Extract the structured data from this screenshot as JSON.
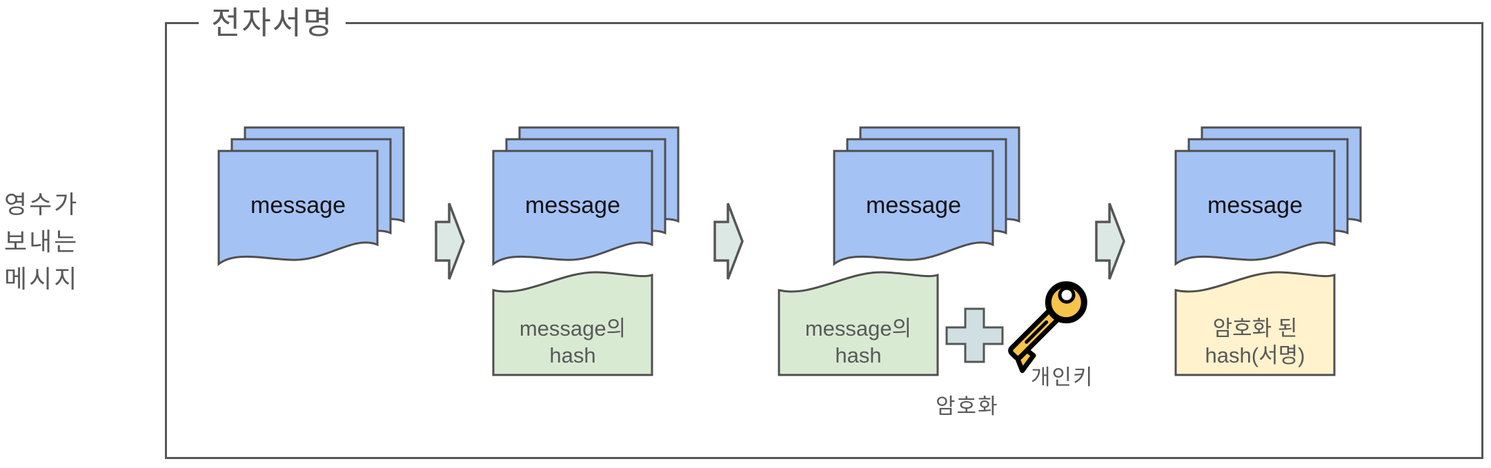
{
  "frame": {
    "title": "전자서명"
  },
  "sender_note": {
    "line1": "영수가",
    "line2": "보내는",
    "line3": "메시지"
  },
  "stacks": [
    {
      "label": "message"
    },
    {
      "label": "message"
    },
    {
      "label": "message"
    },
    {
      "label": "message"
    }
  ],
  "hash_docs": [
    {
      "line1": "message의",
      "line2": "hash"
    },
    {
      "line1": "message의",
      "line2": "hash"
    }
  ],
  "signature_doc": {
    "line1": "암호화 된",
    "line2": "hash(서명)"
  },
  "private_key": {
    "label": "개인키"
  },
  "encryption": {
    "label": "암호화"
  },
  "icons": {
    "arrow": "right-block-arrow-icon",
    "plus": "plus-icon",
    "key": "key-icon"
  },
  "colors": {
    "message_doc": "#a4c2f4",
    "hash_doc": "#d9ead3",
    "signature_doc": "#fff2cc",
    "arrow_fill": "#dce8e4",
    "plus_fill": "#cfdfe2",
    "key_gold": "#f6c34b",
    "outline": "#4f4f4f",
    "text_gray": "#595959",
    "message_text": "#111111"
  }
}
